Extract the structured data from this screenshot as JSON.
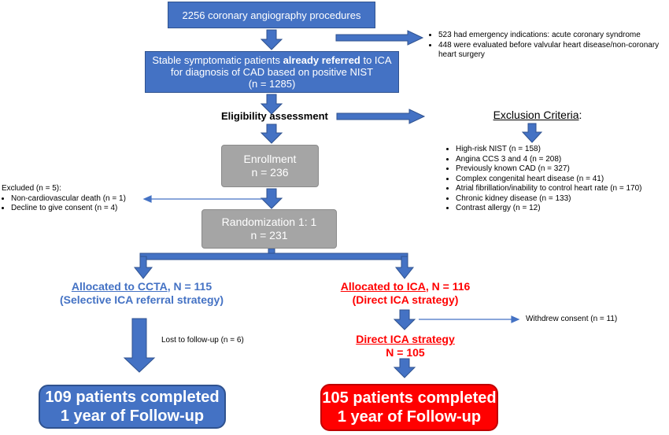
{
  "colors": {
    "blue": "#4472c4",
    "blue_dark": "#2f528f",
    "grey": "#a5a5a5",
    "red": "#ff0000",
    "text_blue": "#4472c4"
  },
  "procedures_box": "2256 coronary angiography procedures",
  "early_exclusions": [
    "523 had emergency indications: acute coronary syndrome",
    "448 were evaluated before valvular heart disease/non-coronary heart surgery"
  ],
  "referred_box": {
    "line1_prefix": "Stable symptomatic patients ",
    "line1_bold": "already referred",
    "line1_suffix": " to ICA",
    "line2": "for diagnosis of CAD based on positive NIST",
    "line3": "(n = 1285)"
  },
  "eligibility_label": "Eligibility assessment",
  "exclusion_criteria": {
    "title": "Exclusion Criteria",
    "colon": ":",
    "items": [
      "High-risk NIST (n = 158)",
      "Angina CCS 3 and 4 (n = 208)",
      "Previously known CAD (n = 327)",
      "Complex congenital heart disease (n = 41)",
      "Atrial fibrillation/inability to control heart rate (n = 170)",
      "Chronic kidney disease (n = 133)",
      "Contrast allergy (n = 12)"
    ]
  },
  "enrollment": {
    "label": "Enrollment",
    "count": "n = 236"
  },
  "excluded_after_enrollment": {
    "title": "Excluded (n = 5):",
    "items": [
      "Non-cardiovascular death (n = 1)",
      "Decline to give consent (n = 4)"
    ]
  },
  "randomization": {
    "label": "Randomization 1: 1",
    "count": "n = 231"
  },
  "ccta_arm": {
    "allocated_underlined": "Allocated to CCTA",
    "allocated_rest": ", N = 115",
    "strategy": "(Selective ICA referral strategy)",
    "lost": "Lost to follow-up (n = 6)",
    "completed_line1": "109 patients completed",
    "completed_line2": "1 year of Follow-up"
  },
  "ica_arm": {
    "allocated_underlined": "Allocated to ICA",
    "allocated_rest": ", N = 116",
    "strategy": "(Direct ICA strategy)",
    "withdrew": "Withdrew consent (n = 11)",
    "direct_title": "Direct ICA strategy",
    "direct_n": "N = 105",
    "completed_line1": "105 patients completed",
    "completed_line2": "1 year of Follow-up"
  }
}
